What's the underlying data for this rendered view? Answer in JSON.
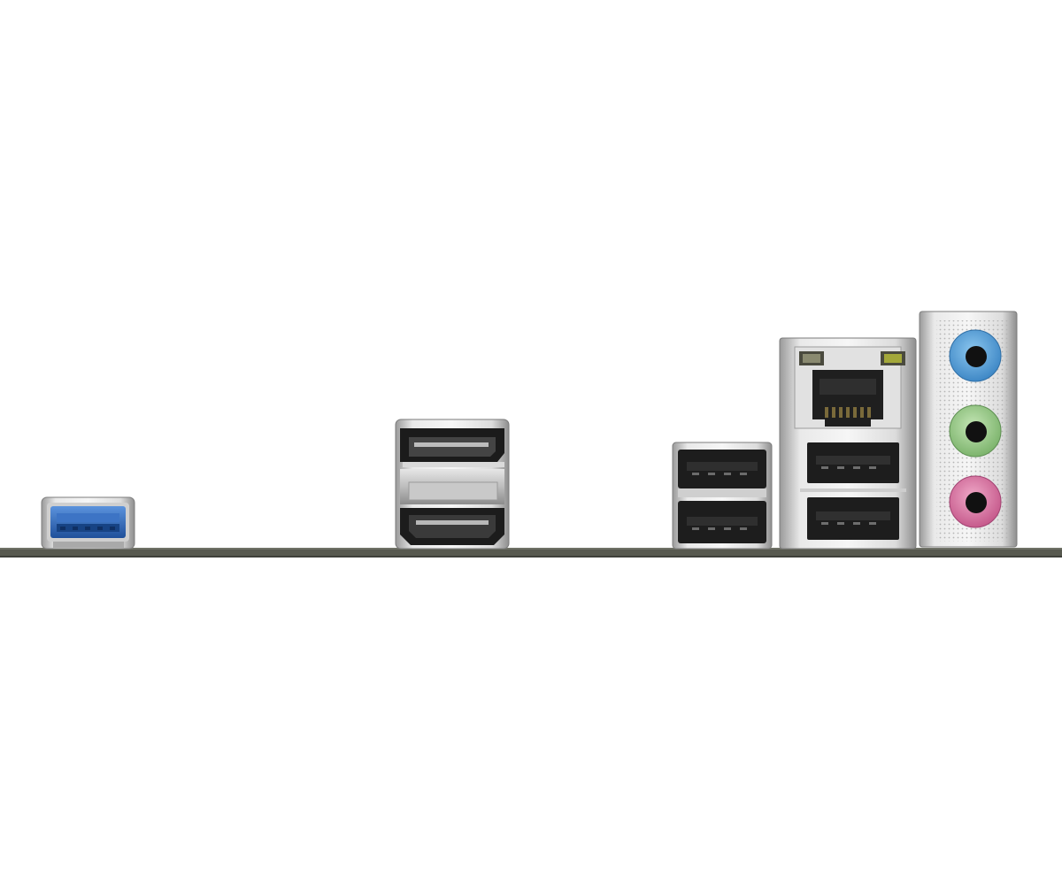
{
  "scene": {
    "subject": "motherboard-rear-io-panel",
    "background_color": "#ffffff",
    "pcb_color": "#55574f",
    "ports": [
      {
        "kind": "usb-3-type-a",
        "count": 1,
        "color": "#2f6bc4"
      },
      {
        "kind": "displayport",
        "count": 1,
        "color": "#1a1a1a"
      },
      {
        "kind": "hdmi",
        "count": 1,
        "color": "#1a1a1a"
      },
      {
        "kind": "usb-2-type-a",
        "count": 2,
        "color": "#1c1c1c"
      },
      {
        "kind": "rj45-lan",
        "count": 1,
        "color": "#1e1e1e"
      },
      {
        "kind": "usb-2-type-a",
        "count": 2,
        "color": "#1c1c1c"
      },
      {
        "kind": "audio-jack",
        "count": 3,
        "colors": [
          "#4d9cd6",
          "#8cc47f",
          "#d16a9a"
        ]
      }
    ]
  }
}
